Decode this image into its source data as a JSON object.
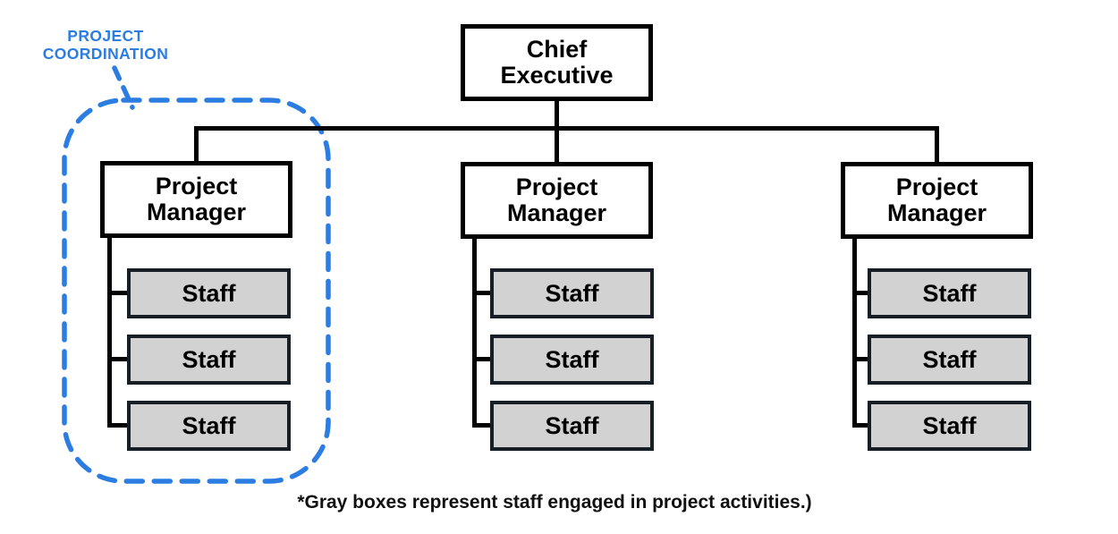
{
  "annotation": {
    "line1": "PROJECT",
    "line2": "COORDINATION"
  },
  "nodes": {
    "chief": "Chief Executive"
  },
  "groups": [
    {
      "manager": "Project Manager",
      "staff": [
        "Staff",
        "Staff",
        "Staff"
      ]
    },
    {
      "manager": "Project Manager",
      "staff": [
        "Staff",
        "Staff",
        "Staff"
      ]
    },
    {
      "manager": "Project Manager",
      "staff": [
        "Staff",
        "Staff",
        "Staff"
      ]
    }
  ],
  "footnote": "*Gray boxes represent staff engaged in project activities.)",
  "colors": {
    "accent_blue": "#2b7de1",
    "staff_fill": "#d2d2d2",
    "staff_border": "#171e26",
    "connector_black": "#000000"
  }
}
